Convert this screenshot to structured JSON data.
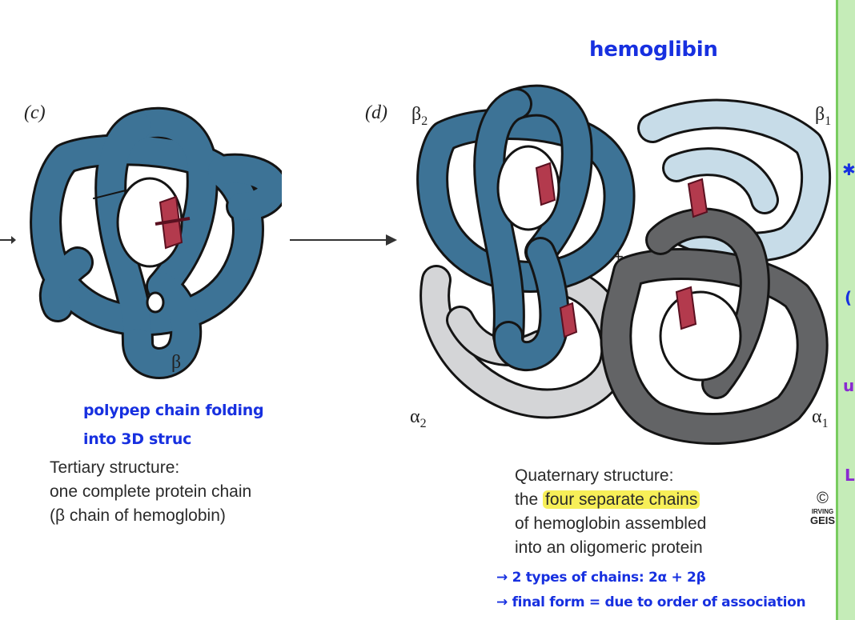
{
  "title_note": "hemoglibin",
  "panel_c": {
    "label": "(c)",
    "chain_label": "β"
  },
  "panel_d": {
    "label": "(d)",
    "beta2": "β",
    "beta2_sub": "2",
    "beta1": "β",
    "beta1_sub": "1",
    "alpha2": "α",
    "alpha2_sub": "2",
    "alpha1": "α",
    "alpha1_sub": "1",
    "plus": "+"
  },
  "note_c": {
    "line1": "polypep chain folding",
    "line2": "into 3D struc"
  },
  "caption_c": {
    "line1": "Tertiary structure:",
    "line2": "one complete protein chain",
    "line3": "(β chain of hemoglobin)"
  },
  "caption_d": {
    "line1": "Quaternary structure:",
    "line2_pre": "the ",
    "line2_hl": "four separate chains",
    "line3": "of hemoglobin assembled",
    "line4": "into an oligomeric protein"
  },
  "copyright": {
    "symbol": "©",
    "artist1": "IRVING",
    "artist2": "GEIS"
  },
  "note_d": {
    "line1": "→ 2 types of chains: 2α + 2β",
    "line2": "→ final form = due to order of association"
  },
  "colors": {
    "beta": "#3d7396",
    "beta_light": "#c7dce8",
    "alpha_light": "#d4d5d7",
    "alpha_dark": "#636466",
    "heme": "#b33a4d",
    "annotation": "#1730e0",
    "highlight": "#f7ef58"
  }
}
